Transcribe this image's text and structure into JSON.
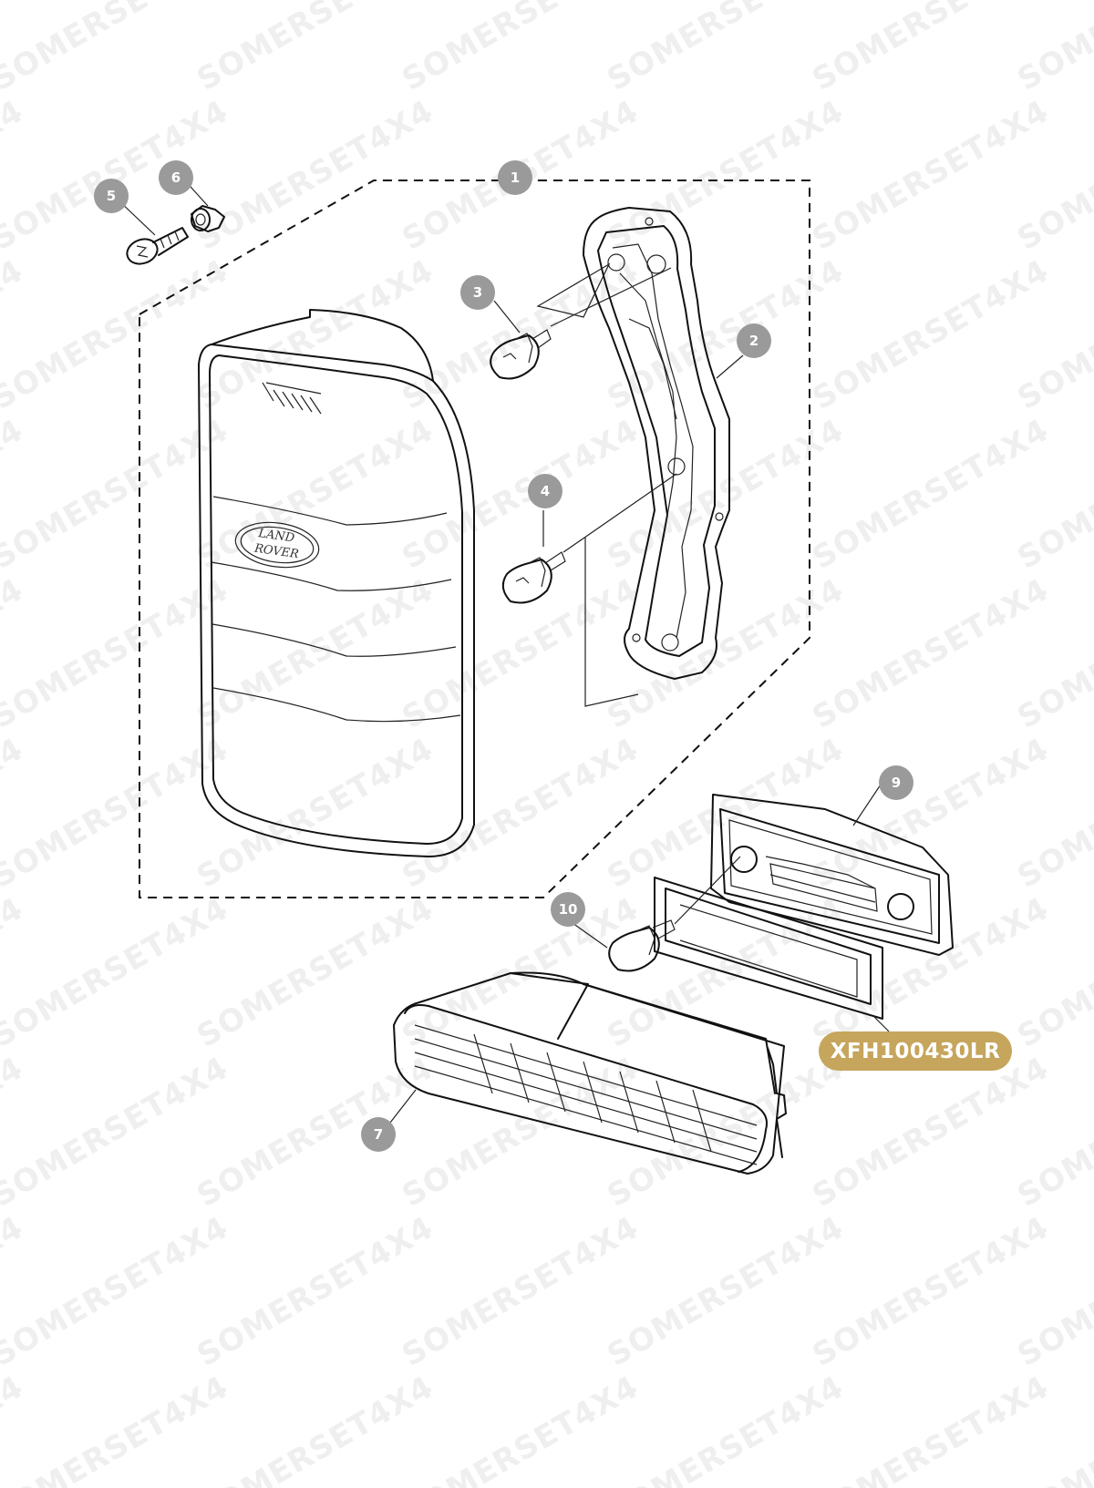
{
  "watermark": "SOMERSET4X4",
  "logo_text": [
    "LAND",
    "ROVER"
  ],
  "callouts": [
    {
      "id": "callout-1",
      "label": "1"
    },
    {
      "id": "callout-2",
      "label": "2"
    },
    {
      "id": "callout-3",
      "label": "3"
    },
    {
      "id": "callout-4",
      "label": "4"
    },
    {
      "id": "callout-5",
      "label": "5"
    },
    {
      "id": "callout-6",
      "label": "6"
    },
    {
      "id": "callout-7",
      "label": "7"
    },
    {
      "id": "callout-9",
      "label": "9"
    },
    {
      "id": "callout-10",
      "label": "10"
    }
  ],
  "part_number": "XFH100430LR",
  "colors": {
    "callout_bg": "#9a9a9a",
    "part_badge_bg": "#c6a55c",
    "line": "#111111",
    "watermark": "#efefef"
  }
}
